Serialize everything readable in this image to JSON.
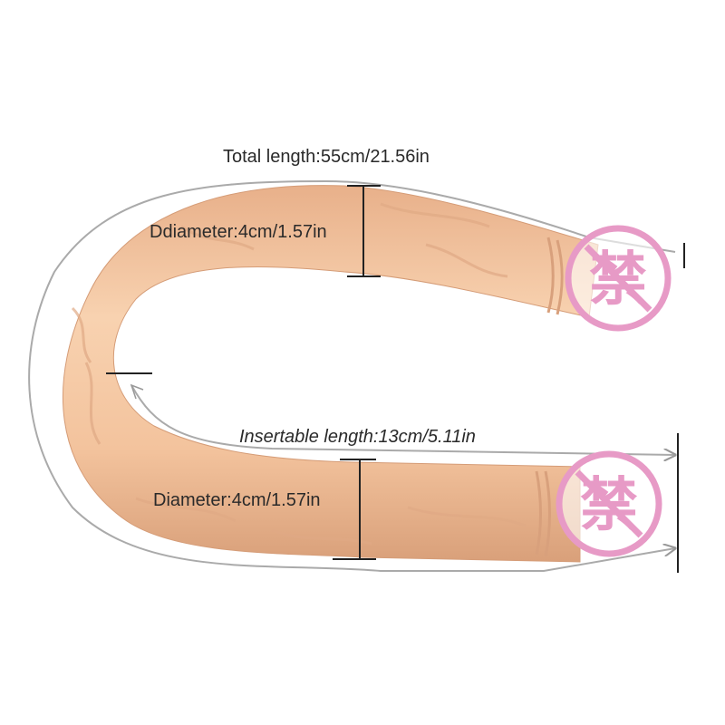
{
  "labels": {
    "total_length": "Total length:55cm/21.56in",
    "top_diameter": "Ddiameter:4cm/1.57in",
    "insertable_length": "Insertable length:13cm/5.11in",
    "bottom_diameter": "Diameter:4cm/1.57in"
  },
  "censor_badges": {
    "glyph": "禁",
    "color": "#e79ac6"
  },
  "colors": {
    "product_body": "#f5c49e",
    "product_shadow": "#dba47c",
    "measure_lines": "#222222",
    "outline_arrows": "#999999"
  }
}
